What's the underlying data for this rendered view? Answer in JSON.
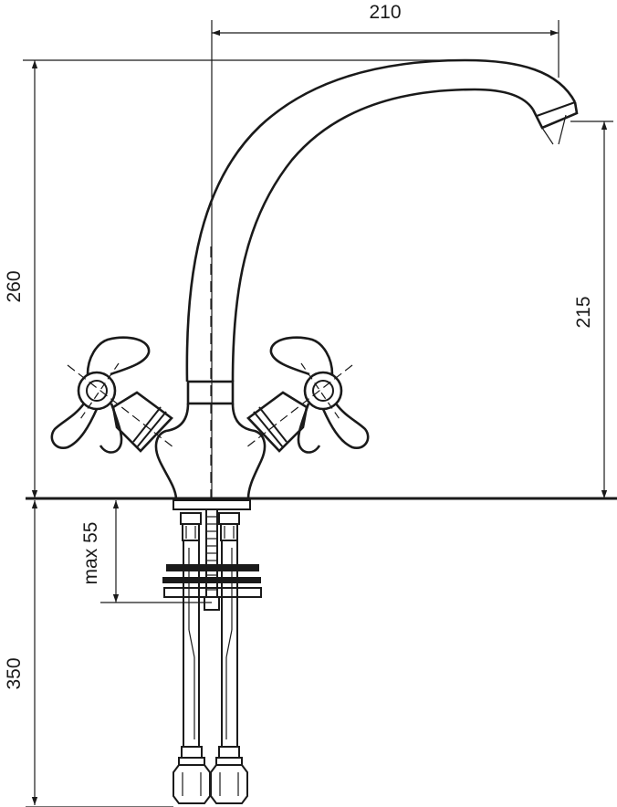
{
  "dimensions": {
    "spout_reach": "210",
    "total_height": "260",
    "spout_height": "215",
    "max_mount_thickness": "max 55",
    "hose_length": "350"
  },
  "colors": {
    "line": "#1a1a1a",
    "background": "#ffffff"
  }
}
